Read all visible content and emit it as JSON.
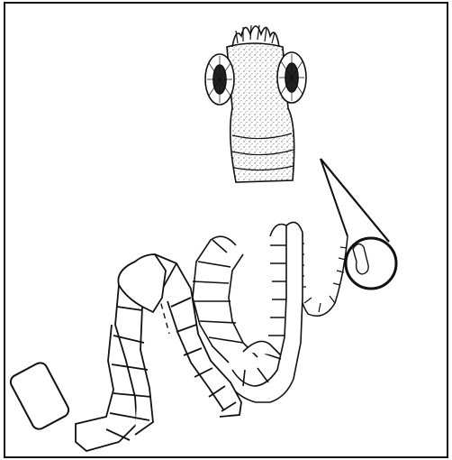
{
  "figure": {
    "subject": "tapeworm-illustration",
    "parts": [
      "scolex",
      "neck",
      "immature-proglottids",
      "mature-proglottids",
      "gravid-proglottids",
      "detached-proglottid",
      "magnifier-callout"
    ],
    "colors": {
      "ink": "#111111",
      "paper": "#ffffff",
      "border": "#111111"
    }
  }
}
